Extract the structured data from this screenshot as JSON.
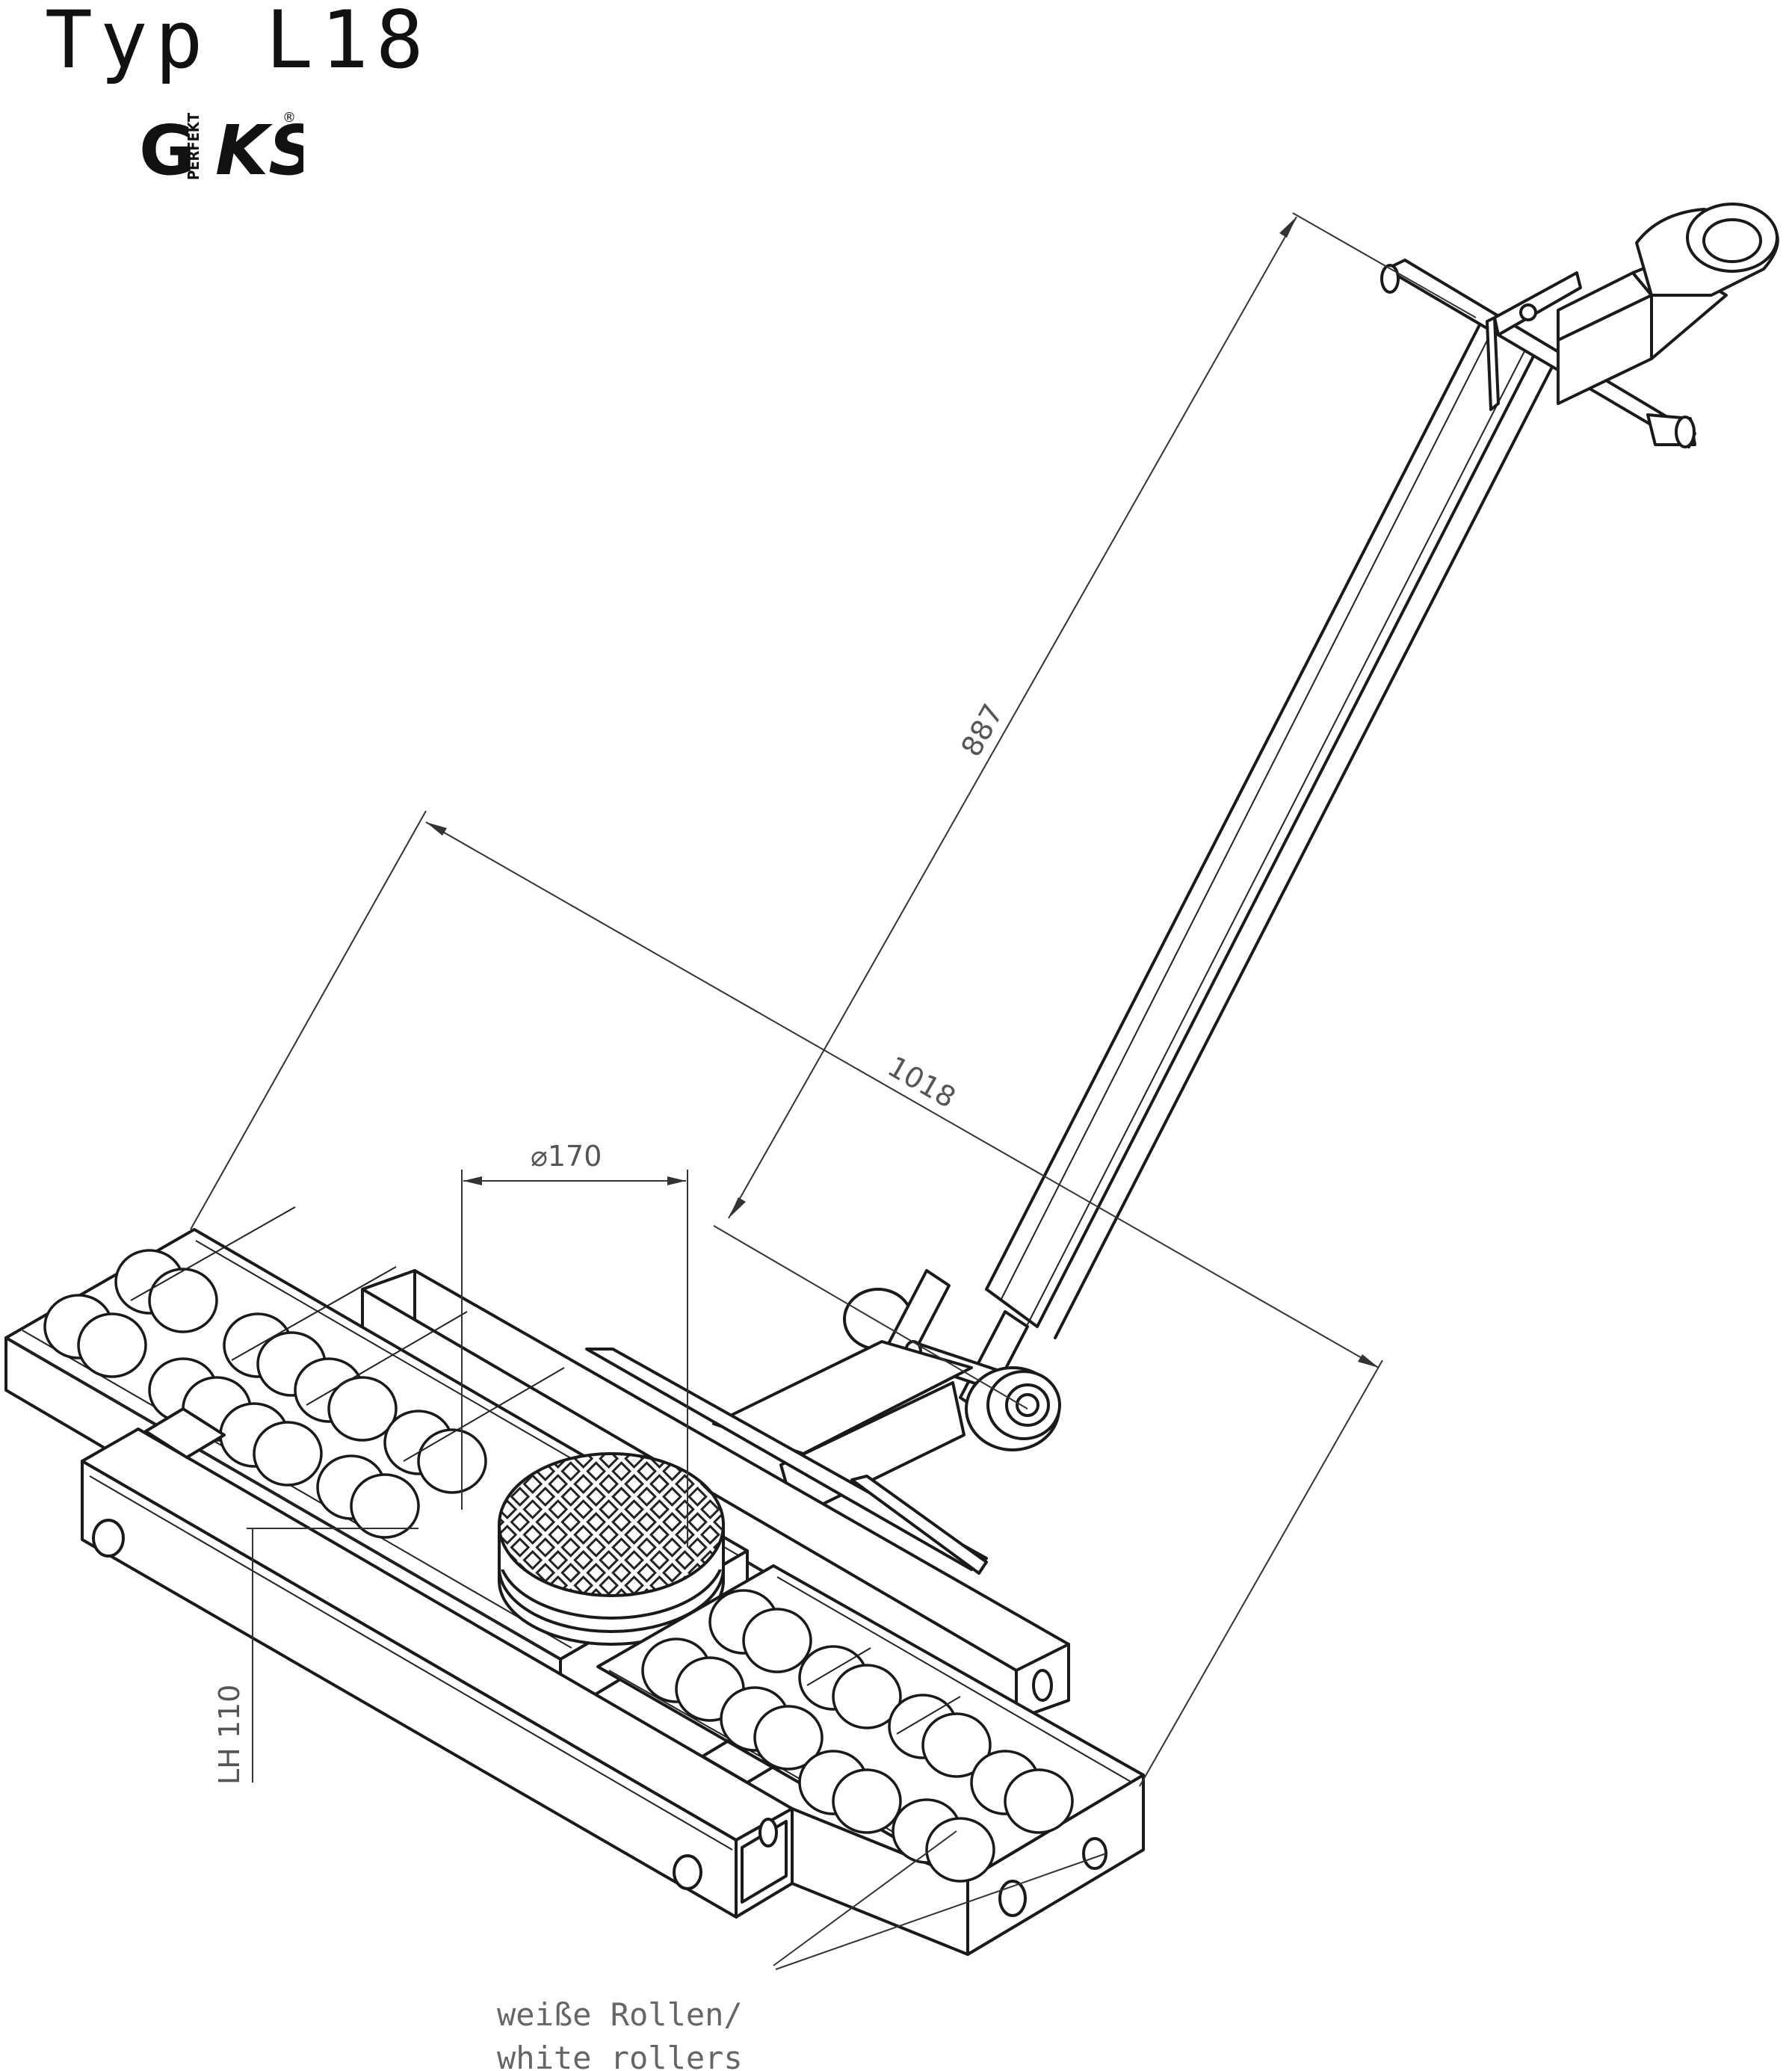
{
  "title": "Typ L18",
  "logo": {
    "brand": "GKS",
    "sub": "PERFEKT",
    "mark": "®"
  },
  "dimensions": {
    "handle_length": "887",
    "overall_length": "1018",
    "plate_diameter": "⌀170",
    "load_height": "LH 110"
  },
  "note": {
    "line1": "weiße Rollen/",
    "line2": "white rollers"
  }
}
